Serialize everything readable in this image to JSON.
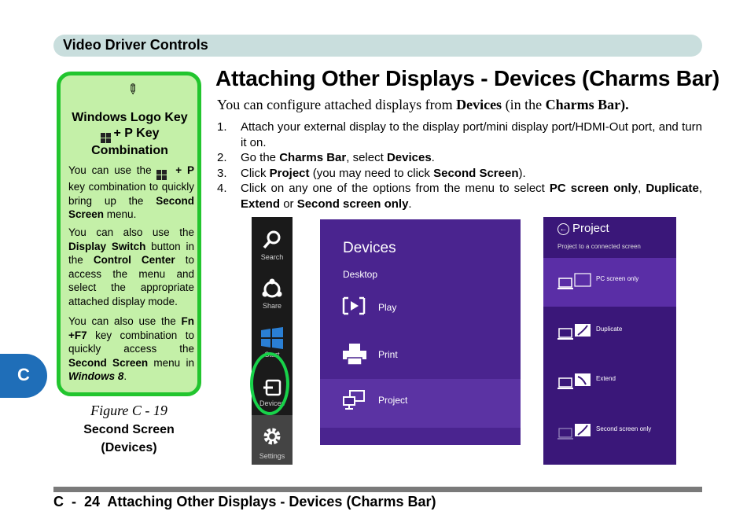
{
  "header": {
    "section": "Video Driver Controls"
  },
  "side_tab": {
    "letter": "C"
  },
  "note": {
    "title_line1": "Windows Logo Key",
    "title_line2": "+ P Key",
    "title_line3": "Combination",
    "p1": {
      "t1": "You can use the",
      "t2": "+ P",
      "t3": "key combination to quickly bring up the",
      "t4": "Second Screen",
      "t5": "menu."
    },
    "p2": {
      "t1": "You can also use the",
      "t2": "Display Switch",
      "t3": "button in the",
      "t4": "Control Center",
      "t5": "to access the menu and select the appropriate attached display mode."
    },
    "p3": {
      "t1": "You can also use the",
      "t2": "Fn +F7",
      "t3": "key combination to quickly access the",
      "t4": "Second Screen",
      "t5": "menu in",
      "t6": "Windows 8",
      "t7": "."
    }
  },
  "figure": {
    "caption": "Figure C - 19",
    "sub1": "Second Screen",
    "sub2": "(Devices)"
  },
  "main": {
    "title": "Attaching Other Displays - Devices (Charms Bar)",
    "intro": {
      "t1": "You can configure attached displays from",
      "t2": "Devices",
      "t3": "(in the",
      "t4": "Charms Bar",
      "t5": ")."
    },
    "steps": [
      {
        "num": "1.",
        "text": "Attach your external display to the display port/mini display port/HDMI-Out port, and turn it on."
      },
      {
        "num": "2.",
        "t1": "Go the",
        "b1": "Charms Bar",
        "t2": ", select",
        "b2": "Devices",
        "t3": "."
      },
      {
        "num": "3.",
        "t1": "Click",
        "b1": "Project",
        "t2": "(you may need to click",
        "b2": "Second Screen",
        "t3": ")."
      },
      {
        "num": "4.",
        "t1": "Click on any one of the options from the menu to select",
        "b1": "PC screen only",
        "t2": ",",
        "b2": "Duplicate",
        "t3": ",",
        "b3": "Extend",
        "t4": "or",
        "b4": "Second screen only",
        "t5": "."
      }
    ]
  },
  "charms_bar": {
    "items": [
      "Search",
      "Share",
      "Start",
      "Devices",
      "Settings"
    ]
  },
  "devices_panel": {
    "title": "Devices",
    "subtitle": "Desktop",
    "items": [
      "Play",
      "Print",
      "Project"
    ]
  },
  "project_panel": {
    "title": "Project",
    "subtitle": "Project to a connected screen",
    "options": [
      "PC screen only",
      "Duplicate",
      "Extend",
      "Second screen only"
    ]
  },
  "footer": {
    "text": "C  -  24  Attaching Other Displays - Devices (Charms Bar)"
  },
  "colors": {
    "header_bg": "#c9dedd",
    "note_bg": "#c4f0a8",
    "note_border": "#22c52e",
    "tab_blue": "#1f6eb8",
    "devices_purple": "#4a248f",
    "project_purple": "#3a1779",
    "highlight_ring": "#18d24a"
  }
}
